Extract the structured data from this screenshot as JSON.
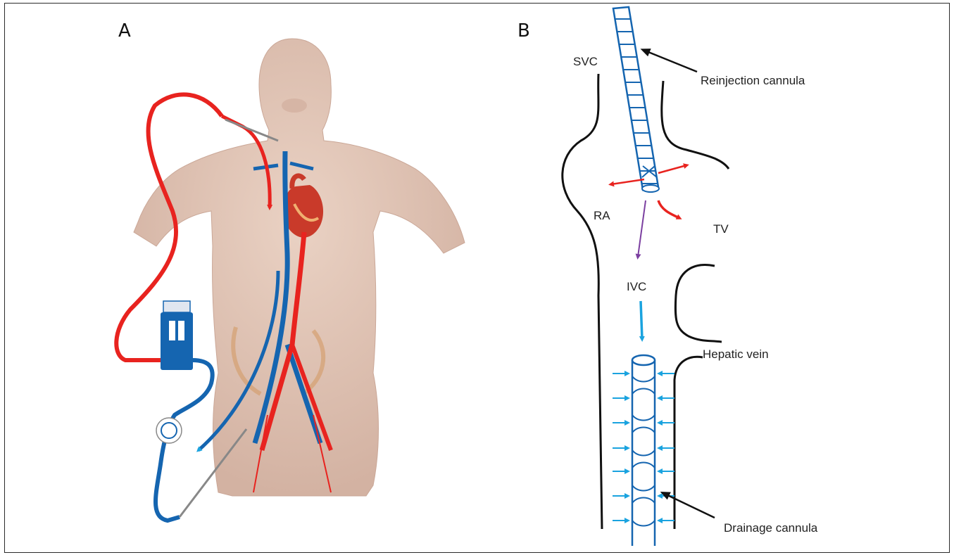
{
  "panels": {
    "a": {
      "letter": "A"
    },
    "b": {
      "letter": "B"
    }
  },
  "labels": {
    "svc": "SVC",
    "ra": "RA",
    "tv": "TV",
    "ivc": "IVC",
    "hepatic_vein": "Hepatic vein",
    "reinjection_cannula": "Reinjection cannula",
    "drainage_cannula": "Drainage cannula"
  },
  "colors": {
    "oxygenated": "#e8231f",
    "deoxygenated": "#1565b0",
    "inflow_arrows": "#1aa3df",
    "mixing_arrow": "#7b3fa0",
    "skin": "#e3c6b6",
    "outline": "#111111"
  },
  "icons": {
    "pump": "centrifugal-pump-icon",
    "oxygenator": "oxygenator-icon",
    "heart": "heart-icon"
  }
}
